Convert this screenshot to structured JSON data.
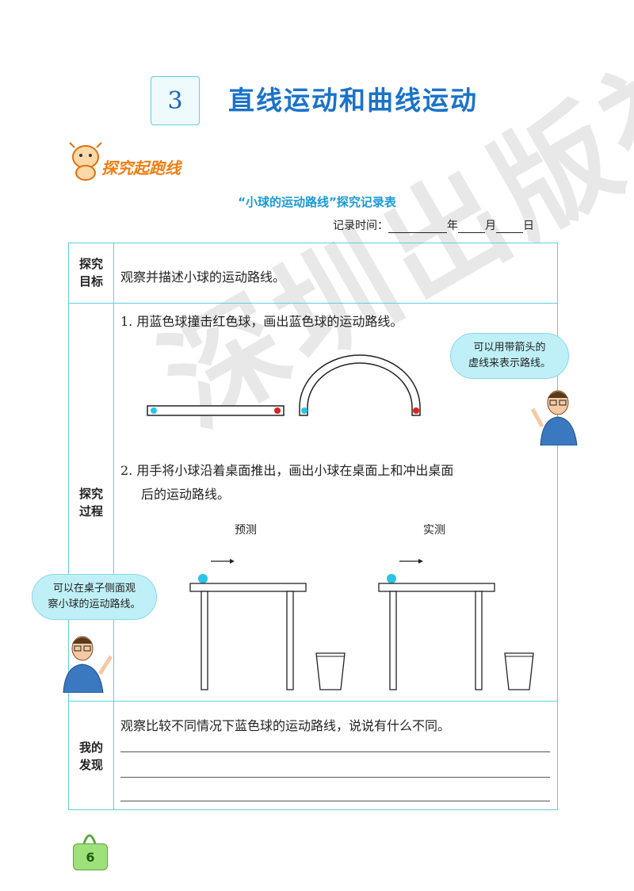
{
  "lesson": {
    "number": "3",
    "title": "直线运动和曲线运动"
  },
  "section_tag": "探究起跑线",
  "table": {
    "title": "“小球的运动路线”探究记录表",
    "record_time_label": "记录时间：",
    "year": "年",
    "month": "月",
    "day": "日",
    "rows": {
      "goal": {
        "label_1": "探究",
        "label_2": "目标",
        "text": "观察并描述小球的运动路线。"
      },
      "process": {
        "label_1": "探究",
        "label_2": "过程",
        "step1": "1.  用蓝色球撞击红色球，画出蓝色球的运动路线。",
        "step2_line1": "2.  用手将小球沿着桌面推出，画出小球在桌面上和冲出桌面",
        "step2_line2": "后的运动路线。",
        "caption_predict": "预测",
        "caption_actual": "实测"
      },
      "finding": {
        "label_1": "我的",
        "label_2": "发现",
        "text": "观察比较不同情况下蓝色球的运动路线，说说有什么不同。"
      }
    }
  },
  "bubbles": {
    "right_line1": "可以用带箭头的",
    "right_line2": "虚线来表示路线。",
    "left_line1": "可以在桌子侧面观",
    "left_line2": "察小球的运动路线。"
  },
  "watermark": "深圳出版社",
  "page_number": "6",
  "colors": {
    "title_blue": "#1a73c9",
    "frame_cyan": "#5fcfe0",
    "ball_blue": "#29c4e6",
    "ball_red": "#e02020",
    "tag_orange": "#f07d10"
  }
}
